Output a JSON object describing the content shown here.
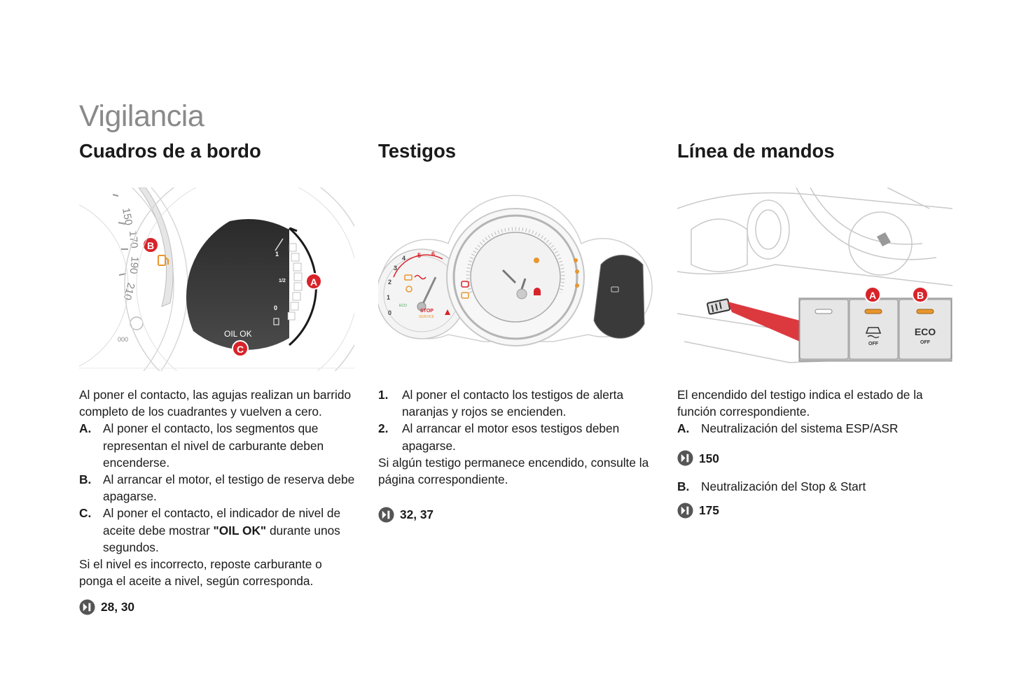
{
  "page": {
    "title": "Vigilancia"
  },
  "col1": {
    "heading": "Cuadros de a bordo",
    "callouts": {
      "a": "A",
      "b": "B",
      "c": "C",
      "oil": "OIL OK"
    },
    "gauge_ticks": {
      "one": "1",
      "half": "1/2",
      "zero": "0"
    },
    "dial_numbers": [
      "150",
      "170",
      "190",
      "210"
    ],
    "intro": "Al poner el contacto, las agujas realizan un barrido completo de los cuadrantes y vuelven a cero.",
    "items": [
      {
        "label": "A.",
        "text": "Al poner el contacto, los segmentos que representan el nivel de carburante deben encenderse."
      },
      {
        "label": "B.",
        "text": "Al arrancar el motor, el testigo de reserva debe apagarse."
      },
      {
        "label": "C.",
        "text_before": "Al poner el contacto, el indicador de nivel de aceite debe mostrar ",
        "bold": "\"OIL OK\"",
        "text_after": " durante unos segundos."
      }
    ],
    "outro": "Si el nivel es incorrecto, reposte carburante o ponga el aceite a nivel, según corresponda.",
    "ref": "28, 30"
  },
  "col2": {
    "heading": "Testigos",
    "panel_text": {
      "stop": "STOP",
      "service": "SERVICE",
      "eco": "ECO"
    },
    "items": [
      {
        "label": "1.",
        "text": "Al poner el contacto los testigos de alerta naranjas y rojos se encienden."
      },
      {
        "label": "2.",
        "text": "Al arrancar el motor esos testigos deben apagarse."
      }
    ],
    "outro": "Si algún testigo permanece encendido, consulte la página correspondiente.",
    "ref": "32, 37"
  },
  "col3": {
    "heading": "Línea de mandos",
    "callouts": {
      "a": "A",
      "b": "B"
    },
    "switch_text": {
      "eco": "ECO",
      "off": "OFF"
    },
    "intro": "El encendido del testigo indica el estado de la función correspondiente.",
    "item_a": {
      "label": "A.",
      "text": "Neutralización del sistema ESP/ASR"
    },
    "ref_a": "150",
    "item_b": {
      "label": "B.",
      "text": "Neutralización del Stop & Start"
    },
    "ref_b": "175"
  },
  "colors": {
    "callout_red": "#d8232a",
    "accent_orange": "#e8962e",
    "title_grey": "#8a8a8a",
    "ref_icon": "#555555"
  }
}
